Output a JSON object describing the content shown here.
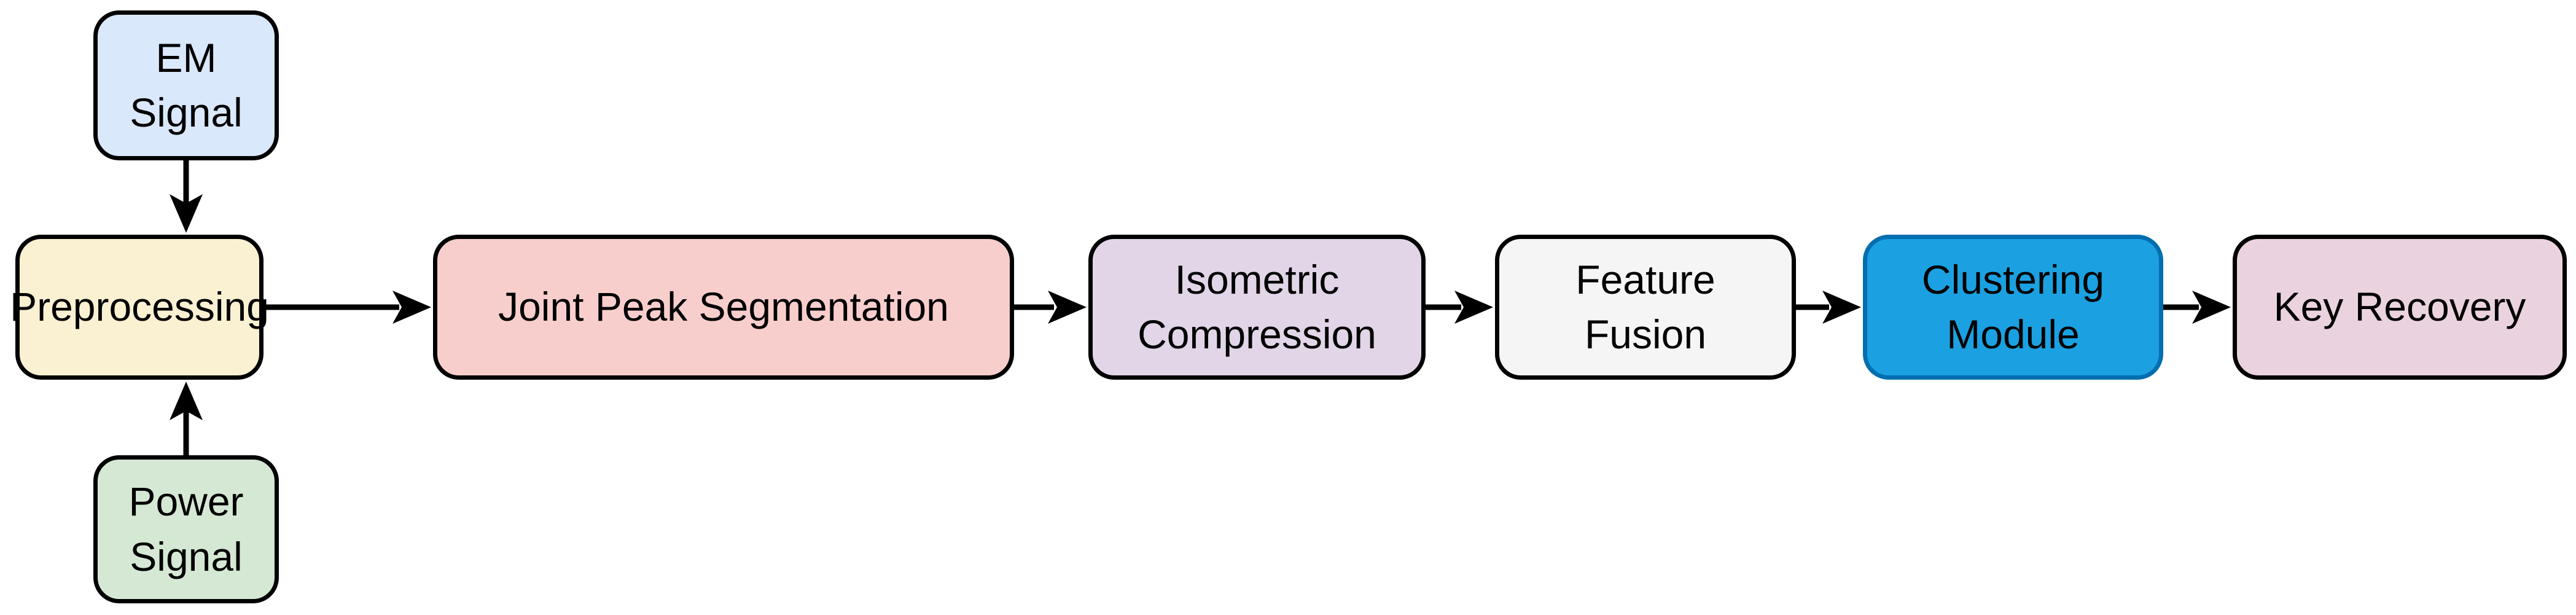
{
  "diagram": {
    "type": "flowchart",
    "background": "#FFFFFF",
    "arrow_color": "#000000",
    "nodes": [
      {
        "id": "em-signal",
        "lines": [
          "EM",
          "Signal"
        ],
        "fill": "#DAE8FC",
        "stroke": "#000000",
        "text_color": "#000000"
      },
      {
        "id": "power-signal",
        "lines": [
          "Power",
          "Signal"
        ],
        "fill": "#D5E8D4",
        "stroke": "#000000",
        "text_color": "#000000"
      },
      {
        "id": "preprocessing",
        "lines": [
          "Preprocessing"
        ],
        "fill": "#FAF0D2",
        "stroke": "#000000",
        "text_color": "#000000"
      },
      {
        "id": "joint-peak-segmentation",
        "lines": [
          "Joint Peak Segmentation"
        ],
        "fill": "#F8CECC",
        "stroke": "#000000",
        "text_color": "#000000"
      },
      {
        "id": "isometric-compression",
        "lines": [
          "Isometric",
          "Compression"
        ],
        "fill": "#E1D5E7",
        "stroke": "#000000",
        "text_color": "#000000"
      },
      {
        "id": "feature-fusion",
        "lines": [
          "Feature",
          "Fusion"
        ],
        "fill": "#F5F5F5",
        "stroke": "#000000",
        "text_color": "#000000"
      },
      {
        "id": "clustering-module",
        "lines": [
          "Clustering",
          "Module"
        ],
        "fill": "#1BA1E2",
        "stroke": "#006EAF",
        "text_color": "#000000"
      },
      {
        "id": "key-recovery",
        "lines": [
          "Key Recovery"
        ],
        "fill": "#EAD3DF",
        "stroke": "#000000",
        "text_color": "#000000"
      }
    ],
    "edges": [
      {
        "from": "em-signal",
        "to": "preprocessing",
        "direction": "down"
      },
      {
        "from": "power-signal",
        "to": "preprocessing",
        "direction": "up"
      },
      {
        "from": "preprocessing",
        "to": "joint-peak-segmentation",
        "direction": "right"
      },
      {
        "from": "joint-peak-segmentation",
        "to": "isometric-compression",
        "direction": "right"
      },
      {
        "from": "isometric-compression",
        "to": "feature-fusion",
        "direction": "right"
      },
      {
        "from": "feature-fusion",
        "to": "clustering-module",
        "direction": "right"
      },
      {
        "from": "clustering-module",
        "to": "key-recovery",
        "direction": "right"
      }
    ]
  }
}
